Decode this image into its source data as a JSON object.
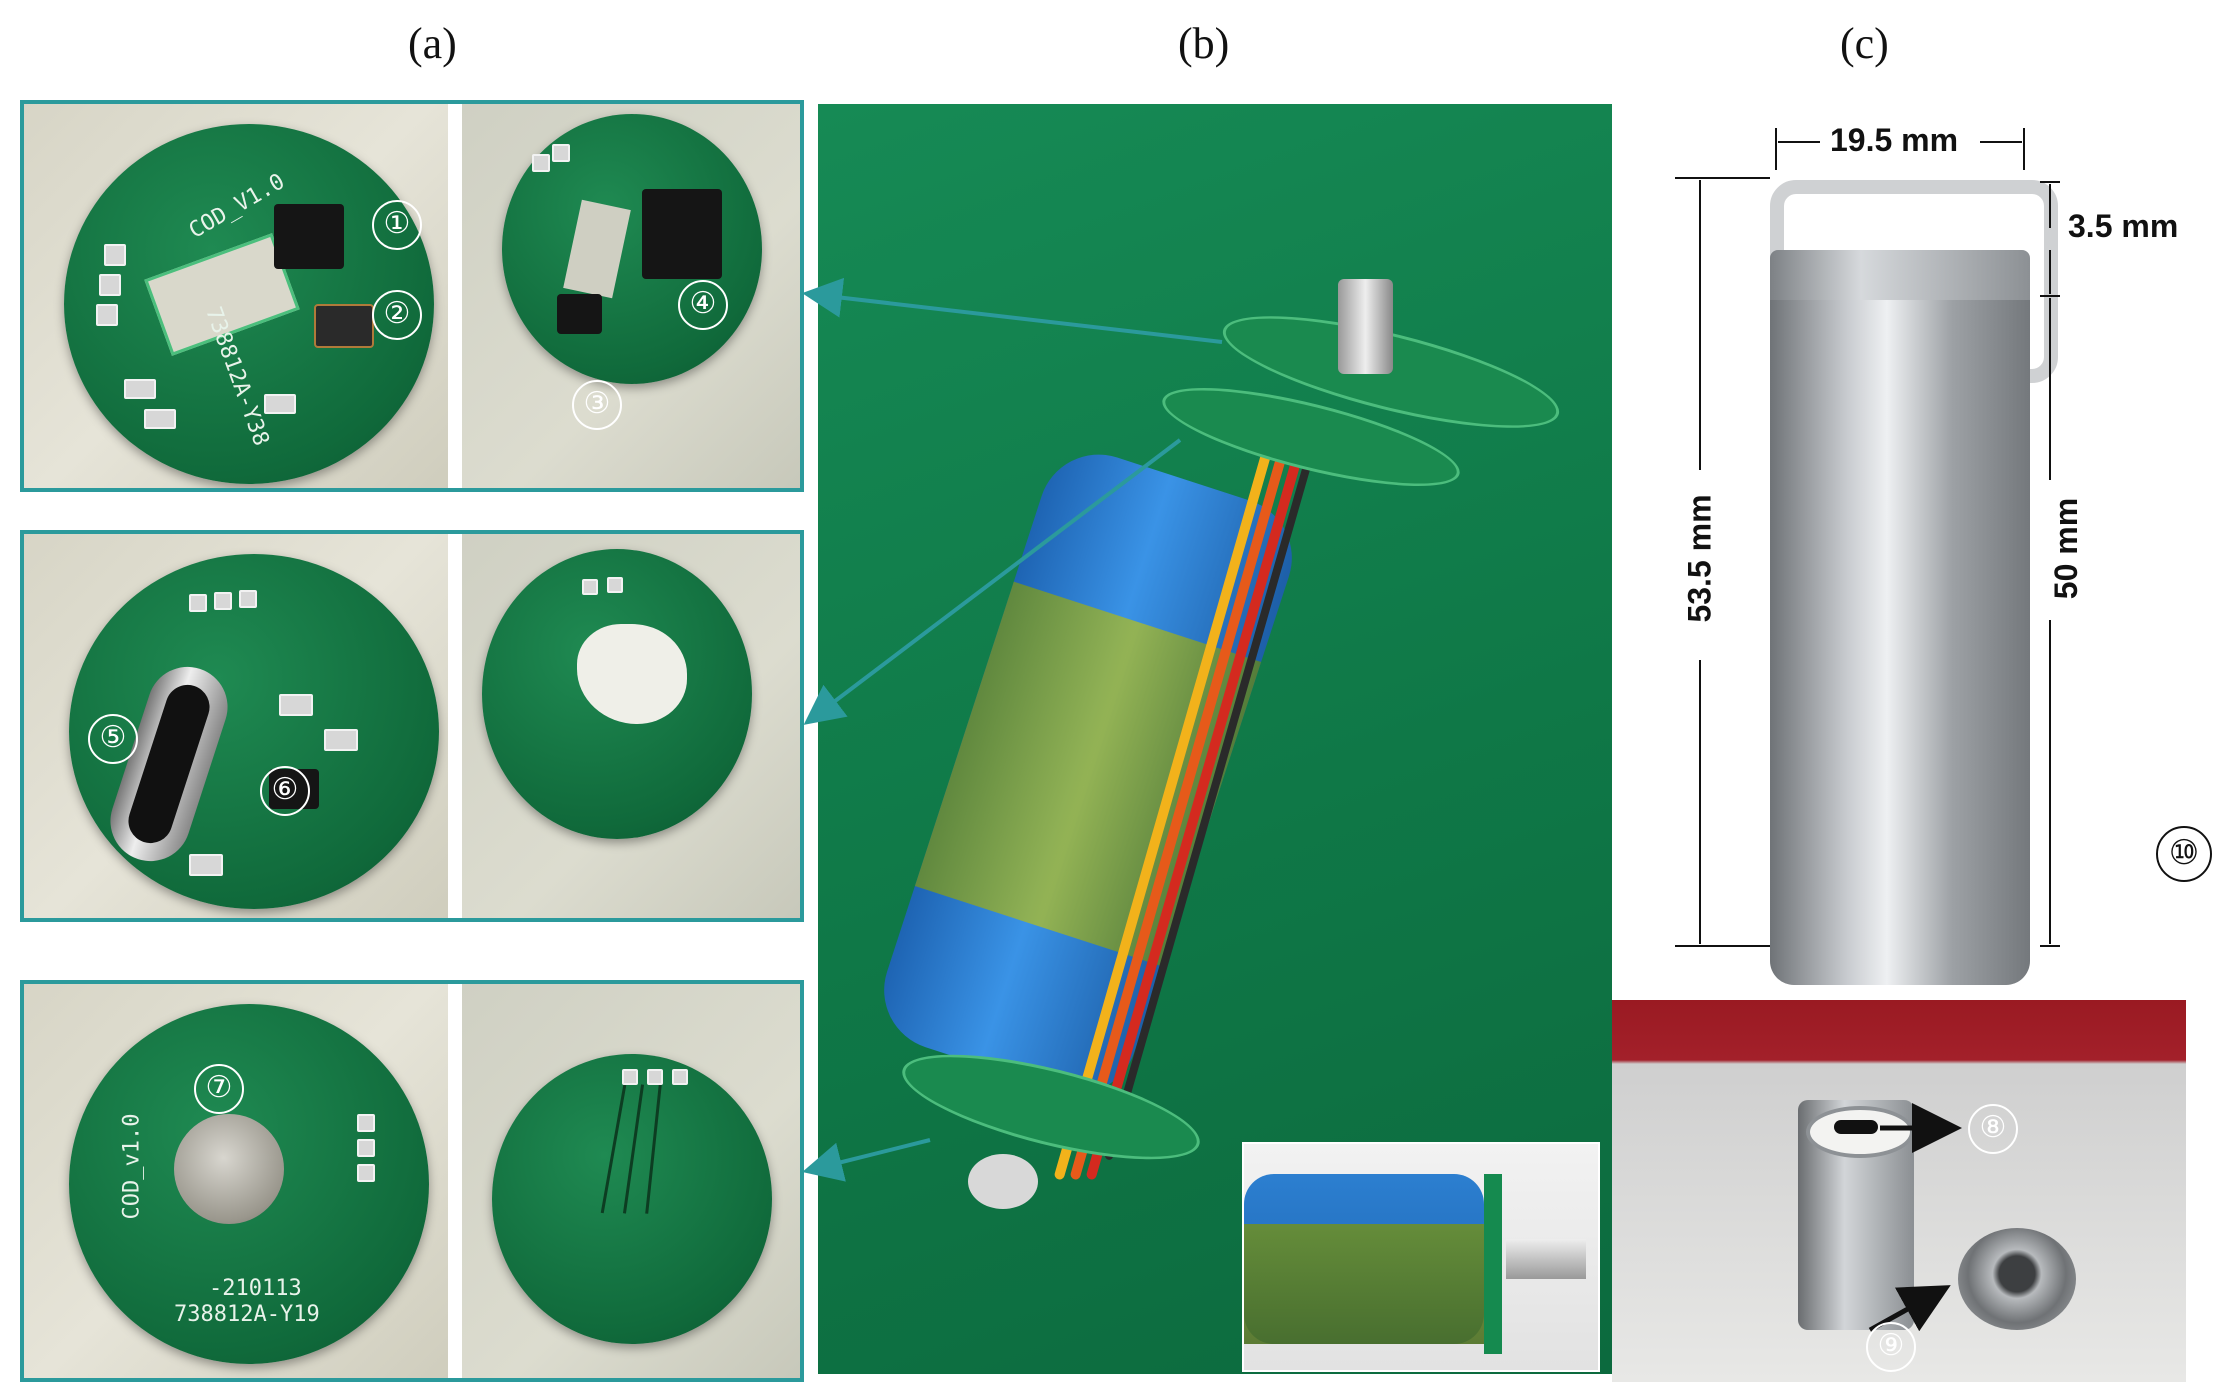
{
  "panels": {
    "a_label": "(a)",
    "b_label": "(b)",
    "c_label": "(c)"
  },
  "markers": {
    "m1": "①",
    "m2": "②",
    "m3": "③",
    "m4": "④",
    "m5": "⑤",
    "m6": "⑥",
    "m7": "⑦",
    "m8": "⑧",
    "m9": "⑨",
    "m10": "⑩"
  },
  "silkscreen": {
    "top_board_version": "COD_V1.0",
    "top_board_code": "738812A-Y38",
    "bottom_board_version": "COD_v1.0",
    "bottom_board_date": "-210113",
    "bottom_board_code": "738812A-Y19"
  },
  "dimensions": {
    "width": "19.5 mm",
    "cap_height": "3.5 mm",
    "total_height": "53.5 mm",
    "body_height": "50 mm"
  },
  "colors": {
    "frame": "#2b9a9c",
    "pcb_green": "#106a3b",
    "mat_green": "#117a4c",
    "battery_blue": "#2c7fd0",
    "steel": "#b8bcc0"
  }
}
